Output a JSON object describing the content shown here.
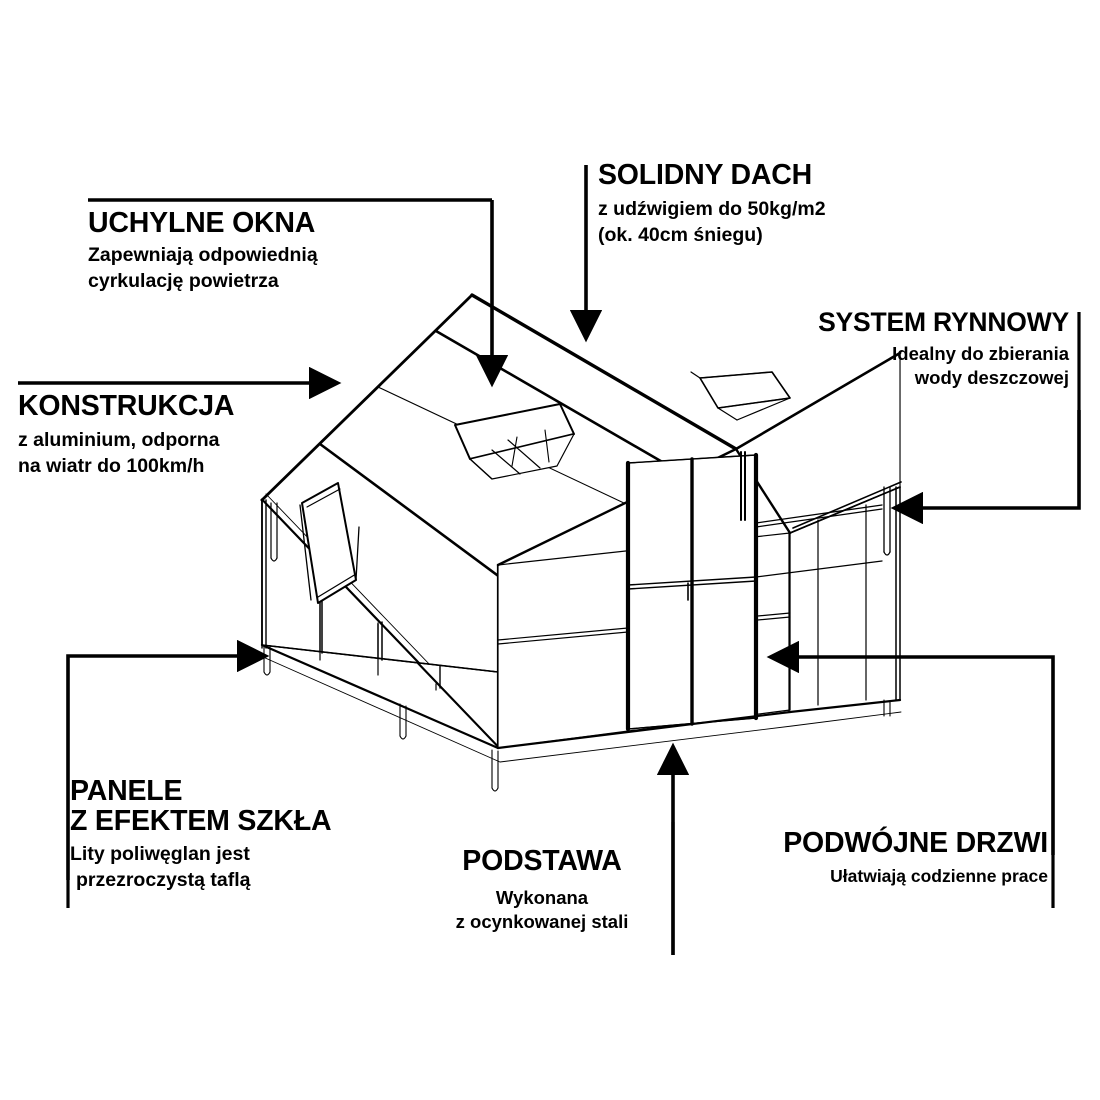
{
  "page": {
    "subject": "greenhouse-feature-diagram",
    "language": "pl",
    "background_color": "#ffffff",
    "ink_color": "#000000"
  },
  "callouts": [
    {
      "id": "uchylne-okna",
      "title": "UCHYLNE OKNA",
      "lines": [
        "Zapewniają odpowiednią",
        "cyrkulację powietrza"
      ],
      "align": "left",
      "rule": "top",
      "leader": "elbow-right-down-arrow"
    },
    {
      "id": "solidny-dach",
      "title": "SOLIDNY DACH",
      "lines": [
        "z udźwigiem do 50kg/m2",
        "(ok. 40cm śniegu)"
      ],
      "align": "left",
      "rule": "left",
      "leader": "down-arrow"
    },
    {
      "id": "system-rynnowy",
      "title": "SYSTEM RYNNOWY",
      "lines": [
        "Idealny do zbierania",
        "wody deszczowej"
      ],
      "align": "right",
      "rule": "right",
      "leader": "elbow-down-left-arrow"
    },
    {
      "id": "konstrukcja",
      "title": "KONSTRUKCJA",
      "lines": [
        "z aluminium, odporna",
        "na wiatr do 100km/h"
      ],
      "align": "left",
      "rule": "top",
      "leader": "right-arrow"
    },
    {
      "id": "panele-z-efektem-szkla",
      "title": "PANELE\nZ EFEKTEM SZKŁA",
      "lines": [
        "Lity poliwęglan jest",
        "przezroczystą taflą"
      ],
      "align": "left",
      "rule": "left",
      "leader": "elbow-up-right-arrow"
    },
    {
      "id": "podstawa",
      "title": "PODSTAWA",
      "lines": [
        "Wykonana",
        "z ocynkowanej stali"
      ],
      "align": "center",
      "rule": "right",
      "leader": "up-arrow"
    },
    {
      "id": "podwojne-drzwi",
      "title": "PODWÓJNE DRZWI",
      "lines": [
        "Ułatwiają codzienne prace"
      ],
      "align": "right",
      "rule": "right",
      "leader": "elbow-up-left-arrow"
    }
  ],
  "illustration": {
    "name": "isometric-greenhouse-line-drawing",
    "parts": [
      "roof-panels",
      "roof-vent-window",
      "side-vent-window",
      "gable-end",
      "double-doors",
      "gutter-system",
      "downspouts",
      "galvanized-steel-base",
      "aluminium-frame",
      "polycarbonate-wall-panels"
    ]
  }
}
